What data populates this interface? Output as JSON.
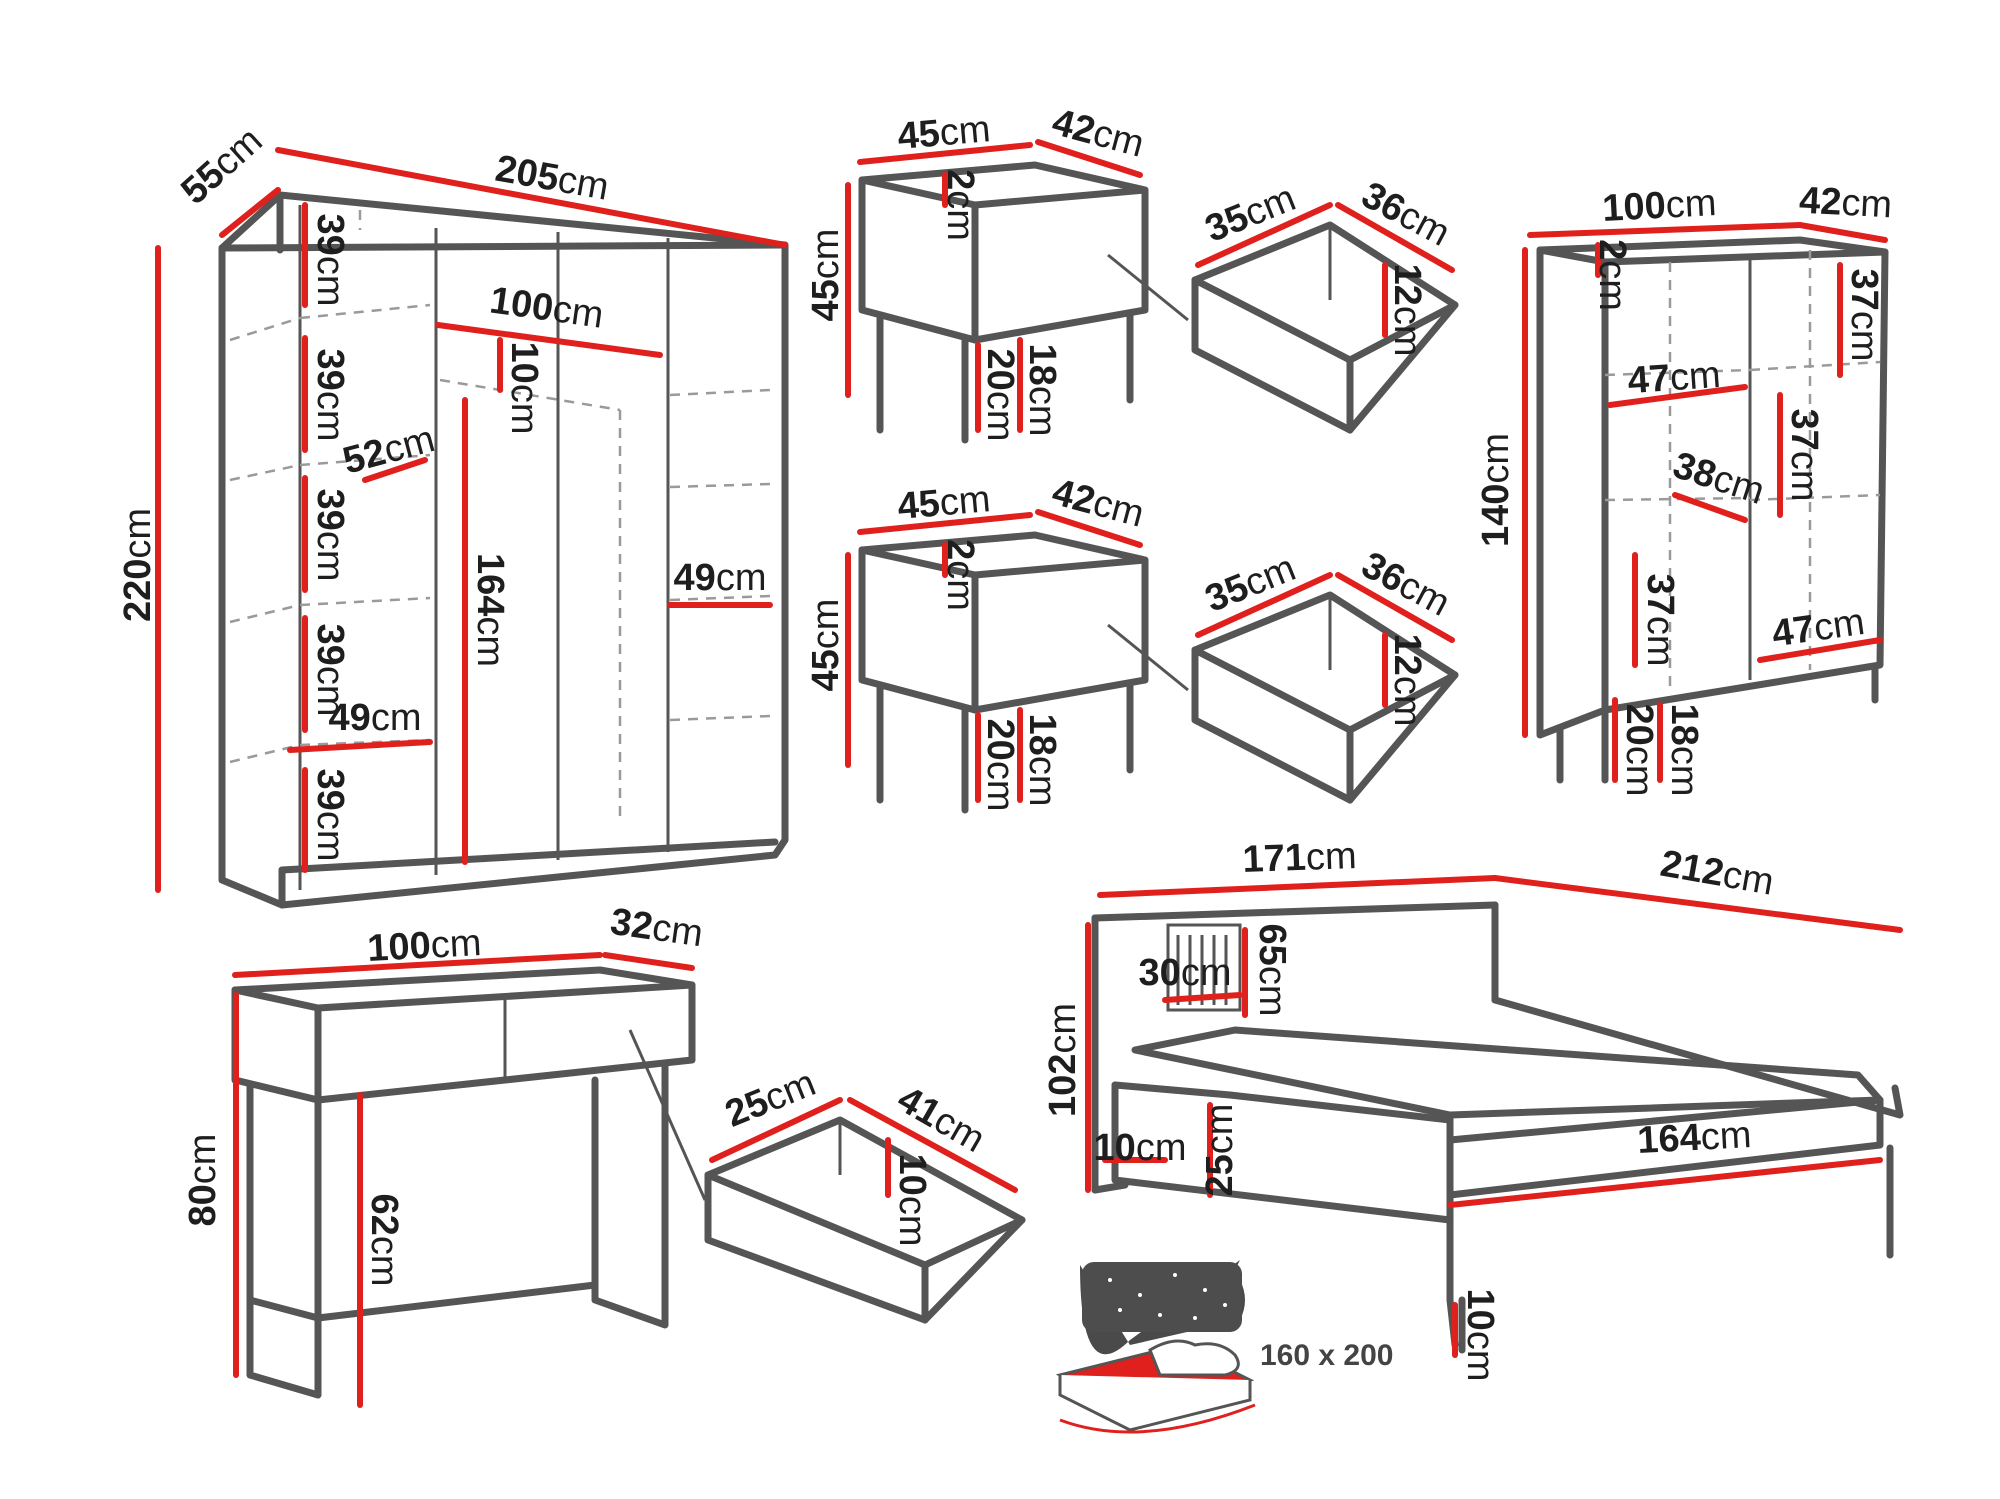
{
  "colors": {
    "furniture_outline": "#555555",
    "dimension_line": "#e0201c",
    "text": "#1e1e1e"
  },
  "wardrobe": {
    "depth": {
      "n": "55",
      "u": "cm"
    },
    "width": {
      "n": "205",
      "u": "cm"
    },
    "height": {
      "n": "220",
      "u": "cm"
    },
    "inner_width": {
      "n": "100",
      "u": "cm"
    },
    "rail_gap": {
      "n": "10",
      "u": "cm"
    },
    "hang_height": {
      "n": "164",
      "u": "cm"
    },
    "shelf_depth": {
      "n": "52",
      "u": "cm"
    },
    "shelf_width_left": {
      "n": "49",
      "u": "cm"
    },
    "shelf_width_right": {
      "n": "49",
      "u": "cm"
    },
    "shelf_heights": [
      {
        "n": "39",
        "u": "cm"
      },
      {
        "n": "39",
        "u": "cm"
      },
      {
        "n": "39",
        "u": "cm"
      },
      {
        "n": "39",
        "u": "cm"
      },
      {
        "n": "39",
        "u": "cm"
      }
    ]
  },
  "nightstand": {
    "width": {
      "n": "45",
      "u": "cm"
    },
    "depth": {
      "n": "42",
      "u": "cm"
    },
    "height": {
      "n": "45",
      "u": "cm"
    },
    "top": {
      "n": "2",
      "u": "cm"
    },
    "leg": {
      "n": "20",
      "u": "cm"
    },
    "clearance": {
      "n": "18",
      "u": "cm"
    }
  },
  "nightstand_drawer": {
    "width": {
      "n": "35",
      "u": "cm"
    },
    "depth": {
      "n": "36",
      "u": "cm"
    },
    "height": {
      "n": "12",
      "u": "cm"
    }
  },
  "cabinet": {
    "width": {
      "n": "100",
      "u": "cm"
    },
    "depth": {
      "n": "42",
      "u": "cm"
    },
    "height": {
      "n": "140",
      "u": "cm"
    },
    "top": {
      "n": "2",
      "u": "cm"
    },
    "compartment_height_top": {
      "n": "37",
      "u": "cm"
    },
    "compartment_height_mid": {
      "n": "37",
      "u": "cm"
    },
    "compartment_height_low": {
      "n": "37",
      "u": "cm"
    },
    "shelf_width_left": {
      "n": "47",
      "u": "cm"
    },
    "shelf_width_right": {
      "n": "47",
      "u": "cm"
    },
    "shelf_depth": {
      "n": "38",
      "u": "cm"
    },
    "leg": {
      "n": "20",
      "u": "cm"
    },
    "clearance": {
      "n": "18",
      "u": "cm"
    }
  },
  "console": {
    "width": {
      "n": "100",
      "u": "cm"
    },
    "depth": {
      "n": "32",
      "u": "cm"
    },
    "height": {
      "n": "80",
      "u": "cm"
    },
    "knee_height": {
      "n": "62",
      "u": "cm"
    }
  },
  "console_drawer": {
    "width": {
      "n": "25",
      "u": "cm"
    },
    "depth": {
      "n": "41",
      "u": "cm"
    },
    "height": {
      "n": "10",
      "u": "cm"
    }
  },
  "bed": {
    "width": {
      "n": "171",
      "u": "cm"
    },
    "length": {
      "n": "212",
      "u": "cm"
    },
    "headboard_height": {
      "n": "102",
      "u": "cm"
    },
    "panel_width": {
      "n": "30",
      "u": "cm"
    },
    "panel_height": {
      "n": "65",
      "u": "cm"
    },
    "frame_offset": {
      "n": "10",
      "u": "cm"
    },
    "frame_height": {
      "n": "25",
      "u": "cm"
    },
    "inner_width": {
      "n": "164",
      "u": "cm"
    },
    "leg": {
      "n": "10",
      "u": "cm"
    }
  },
  "mattress": {
    "size": "160 x 200",
    "icon": "mattress-icon"
  }
}
